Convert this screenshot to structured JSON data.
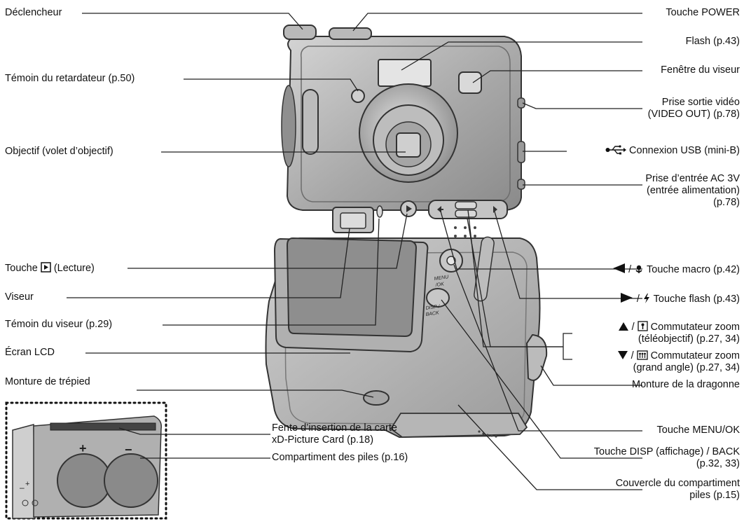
{
  "labels": {
    "declencheur": "Déclencheur",
    "touche_power": "Touche POWER",
    "flash": "Flash (p.43)",
    "temoin_retardateur": "Témoin du retardateur (p.50)",
    "fenetre_viseur": "Fenêtre du viseur",
    "prise_video_1": "Prise sortie vidéo",
    "prise_video_2": "(VIDEO OUT) (p.78)",
    "objectif": "Objectif (volet d’objectif)",
    "connexion_usb": "Connexion USB (mini-B)",
    "prise_ac_1": "Prise d’entrée AC 3V",
    "prise_ac_2": "(entrée alimentation)",
    "prise_ac_3": "(p.78)",
    "touche_lecture_a": "Touche",
    "touche_lecture_b": "(Lecture)",
    "macro": "Touche macro (p.42)",
    "flash_touche": "Touche flash (p.43)",
    "viseur": "Viseur",
    "zoom_tele_1": "Commutateur zoom",
    "zoom_tele_2": "(téléobjectif) (p.27, 34)",
    "temoin_viseur": "Témoin du viseur (p.29)",
    "zoom_grand_1": "Commutateur zoom",
    "zoom_grand_2": "(grand angle) (p.27, 34)",
    "ecran_lcd": "Écran LCD",
    "monture_trepied": "Monture de trépied",
    "monture_dragonne": "Monture de la dragonne",
    "touche_menu": "Touche MENU/OK",
    "touche_disp_1": "Touche DISP (affichage) / BACK",
    "touche_disp_2": "(p.32, 33)",
    "fente_1": "Fente d’insertion de la carte",
    "fente_2": "xD-Picture Card (p.18)",
    "compartiment_piles": "Compartiment des piles (p.16)",
    "couvercle_1": "Couvercle du compartiment",
    "couvercle_2": "piles (p.15)"
  },
  "camera_markings": {
    "menu_ok_1": "MENU",
    "menu_ok_2": "/OK",
    "disp_back_1": "DISP /",
    "disp_back_2": "BACK",
    "battery_plus": "+",
    "battery_minus": "−",
    "terminal_plus": "+",
    "terminal_minus": "–"
  },
  "separator": "/"
}
